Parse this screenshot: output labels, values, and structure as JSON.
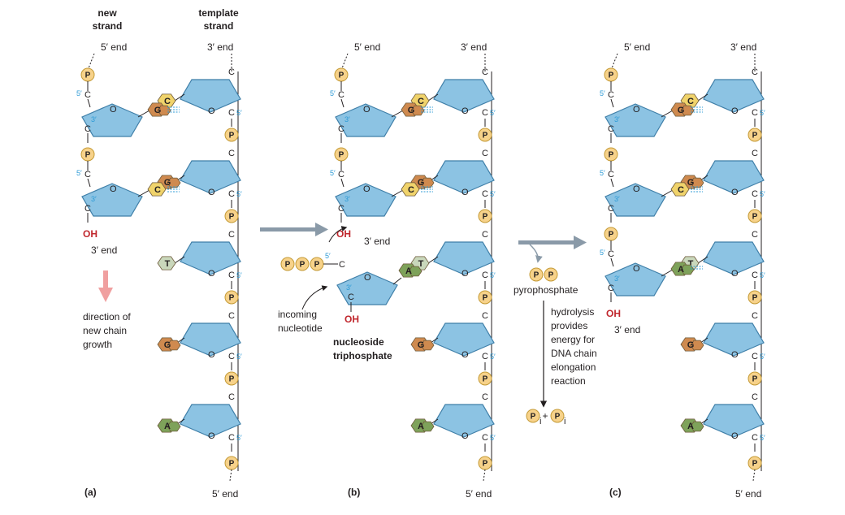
{
  "header": {
    "new_strand": [
      "new",
      "strand"
    ],
    "template_strand": [
      "template",
      "strand"
    ]
  },
  "labels": {
    "five_end": "5′ end",
    "three_end": "3′ end",
    "oh": "OH",
    "five_prime": "5′",
    "three_prime": "3′",
    "c": "C",
    "o": "O",
    "p": "P",
    "pi_sub": "i"
  },
  "panels": {
    "a": {
      "tag": "(a)",
      "new_strand_bases": [
        "G",
        "C"
      ],
      "template_bases": [
        "C",
        "G",
        "T",
        "G",
        "A"
      ],
      "growth_note": [
        "direction of",
        "new chain",
        "growth"
      ]
    },
    "b": {
      "tag": "(b)",
      "new_strand_bases": [
        "G",
        "C"
      ],
      "template_bases": [
        "C",
        "G",
        "T",
        "G",
        "A"
      ],
      "incoming_base": "A",
      "incoming_label": [
        "incoming",
        "nucleotide"
      ],
      "nucleoside_label": [
        "nucleoside",
        "triphosphate"
      ]
    },
    "c": {
      "tag": "(c)",
      "new_strand_bases": [
        "G",
        "C",
        "A"
      ],
      "template_bases": [
        "C",
        "G",
        "T",
        "G",
        "A"
      ]
    }
  },
  "hydrolysis": {
    "pyrophosphate": "pyrophosphate",
    "note": [
      "hydrolysis",
      "provides",
      "energy for",
      "DNA chain",
      "elongation",
      "reaction"
    ],
    "plus": "+"
  },
  "colors": {
    "G": "#cf8a4f",
    "C": "#f0d36b",
    "T": "#c9d7bb",
    "A": "#7ea25a",
    "sugar": "#8cc3e3",
    "phosphate": "#f7d28a",
    "arrow_gray": "#8a9aa8",
    "growth_arrow": "#f0a0a0",
    "oh": "#c0272d",
    "prime_blue": "#2e9bd6"
  }
}
